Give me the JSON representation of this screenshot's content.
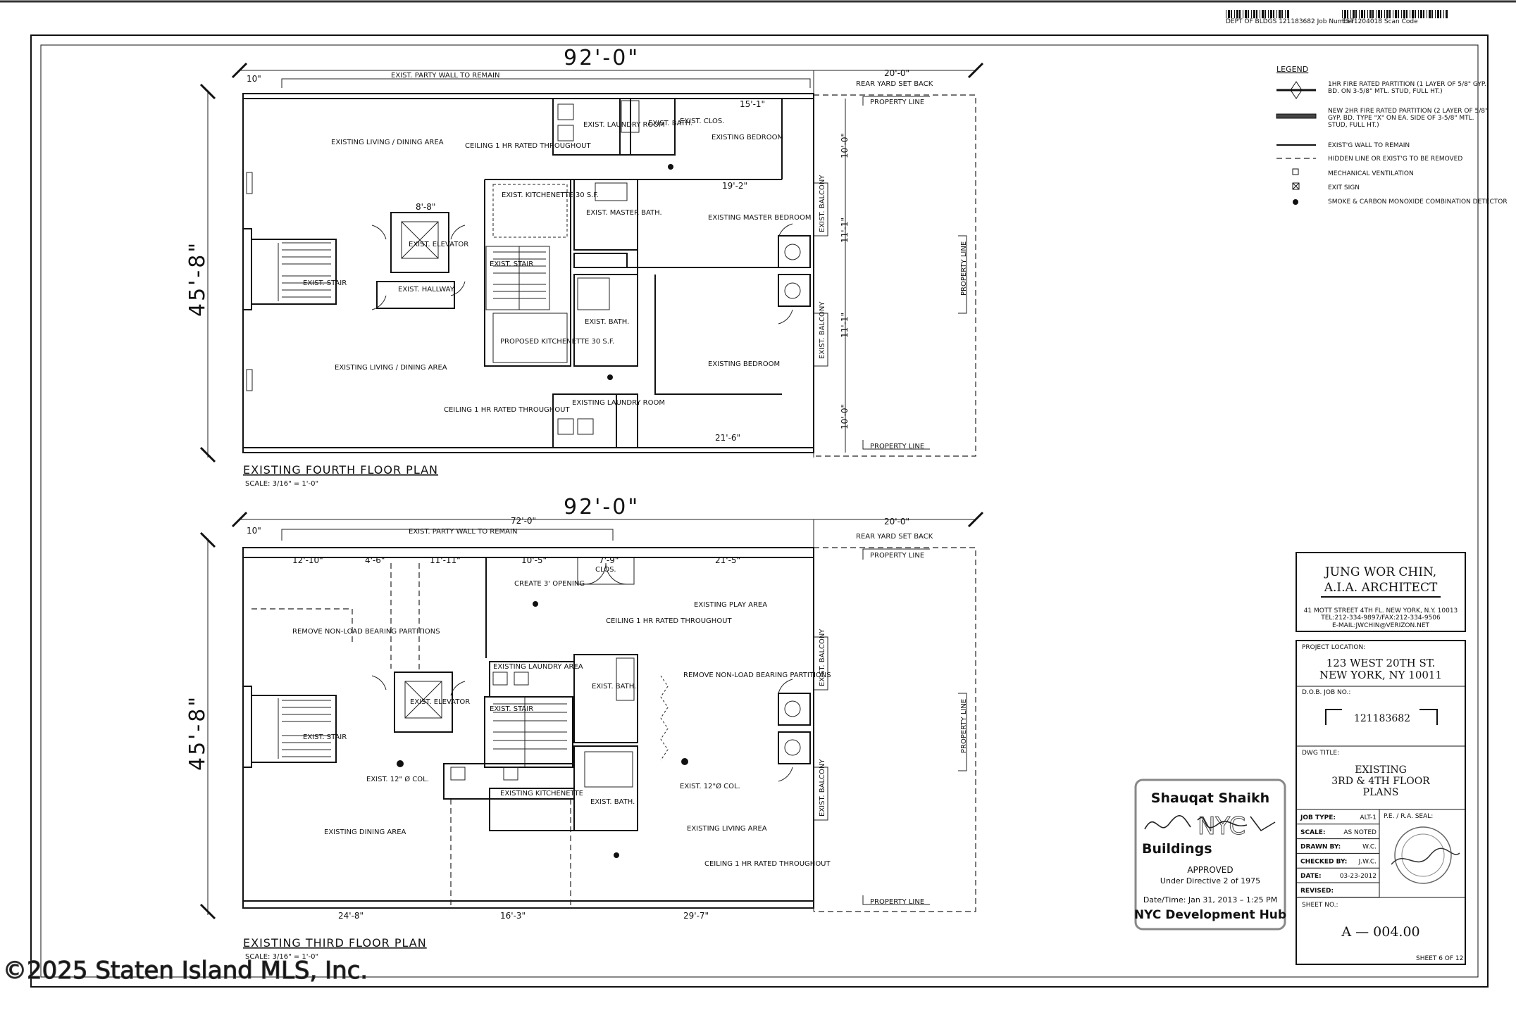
{
  "header": {
    "barcode_left_caption": "DEPT OF BLDGS 121183682 Job Number",
    "barcode_right_caption": "E5T1204018 Scan Code"
  },
  "legend": {
    "title": "LEGEND",
    "items": [
      {
        "icon": "fire-partition-1hr",
        "text": "1HR FIRE RATED PARTITION (1 LAYER OF 5/8\" GYP. BD. ON 3-5/8\" MTL. STUD, FULL HT.)"
      },
      {
        "icon": "fire-partition-2hr",
        "text": "NEW 2HR FIRE RATED PARTITION (2 LAYER OF 5/8\" GYP. BD. TYPE \"X\" ON EA. SIDE OF 3-5/8\" MTL. STUD, FULL HT.)"
      },
      {
        "icon": "existing-wall",
        "text": "EXIST'G WALL TO REMAIN"
      },
      {
        "icon": "hidden-line",
        "text": "HIDDEN LINE OR EXIST'G TO BE REMOVED"
      },
      {
        "icon": "mech-vent",
        "text": "MECHANICAL VENTILATION"
      },
      {
        "icon": "exit-sign",
        "text": "EXIT SIGN"
      },
      {
        "icon": "smoke-detector",
        "text": "SMOKE & CARBON MONOXIDE COMBINATION DETECTOR"
      }
    ]
  },
  "fourth_floor": {
    "title": "EXISTING FOURTH FLOOR PLAN",
    "scale": "SCALE: 3/16\" = 1'-0\"",
    "dims": {
      "overall": "92'-0\"",
      "left": "10\"",
      "setback": "20'-0\"",
      "depth": "45'-8\"",
      "right1": "10'-0\"",
      "right2": "11'-1\"",
      "right3": "11'-1\"",
      "right4": "10'-0\"",
      "bed_top": "15'-1\"",
      "bed_mid": "19'-2\"",
      "bed_bot": "21'-6\"",
      "hall": "8'-8\""
    },
    "notes": {
      "party_wall": "EXIST. PARTY WALL TO REMAIN",
      "rear_yard": "REAR YARD SET BACK",
      "prop_line": "PROPERTY LINE"
    },
    "rooms": [
      "EXISTING LIVING / DINING AREA",
      "CEILING 1 HR RATED THROUGHOUT",
      "EXIST. LAUNDRY ROOM",
      "EXIST. BATH.",
      "EXIST. CLOS.",
      "EXISTING BEDROOM",
      "EXIST. KITCHENETTE 30 S.F.",
      "EXIST. MASTER BATH.",
      "EXISTING MASTER BEDROOM",
      "EXIST. ELEVATOR",
      "EXIST. HALLWAY",
      "EXIST. STAIR",
      "EXIST. STAIR",
      "EXIST. BATH.",
      "PROPOSED KITCHENETTE 30 S.F.",
      "EXISTING LIVING / DINING AREA",
      "CEILING 1 HR RATED THROUGHOUT",
      "EXISTING LAUNDRY ROOM",
      "EXISTING BEDROOM",
      "EXIST. BALCONY",
      "EXIST. BALCONY"
    ]
  },
  "third_floor": {
    "title": "EXISTING THIRD FLOOR PLAN",
    "scale": "SCALE: 3/16\" = 1'-0\"",
    "dims": {
      "overall": "92'-0\"",
      "inner": "72'-0\"",
      "left": "10\"",
      "setback": "20'-0\"",
      "depth": "45'-8\"",
      "top": [
        "12'-10\"",
        "4'-6\"",
        "11'-11\"",
        "10'-5\"",
        "7'-9\"",
        "21'-5\""
      ],
      "bottom": [
        "24'-8\"",
        "16'-3\"",
        "29'-7\""
      ]
    },
    "notes": {
      "party_wall": "EXIST. PARTY WALL TO REMAIN",
      "rear_yard": "REAR YARD SET BACK",
      "prop_line": "PROPERTY LINE"
    },
    "rooms": [
      "REMOVE NON-LOAD BEARING PARTITIONS",
      "CREATE 3' OPENING",
      "CLOS.",
      "EXISTING PLAY AREA",
      "CEILING 1 HR RATED THROUGHOUT",
      "EXISTING LAUNDRY AREA",
      "EXIST. BATH.",
      "REMOVE NON-LOAD BEARING PARTITIONS",
      "EXIST. ELEVATOR",
      "EXIST. STAIR",
      "EXIST. STAIR",
      "EXIST. 12\" Ø COL.",
      "EXISTING KITCHENETTE",
      "EXIST. BATH.",
      "EXIST. 12\"Ø COL.",
      "EXISTING DINING AREA",
      "EXISTING LIVING AREA",
      "CEILING 1 HR RATED THROUGHOUT",
      "EXIST. BALCONY",
      "EXIST. BALCONY"
    ]
  },
  "title_block": {
    "firm_name": "JUNG WOR CHIN,",
    "firm_sub": "A.I.A. ARCHITECT",
    "address": "41 MOTT STREET 4TH FL. NEW YORK, N.Y. 10013",
    "phone": "TEL:212-334-9897/FAX:212-334-9506",
    "email": "E-MAIL:JWCHIN@VERIZON.NET",
    "project_location_label": "PROJECT LOCATION:",
    "project_address_1": "123 WEST 20TH ST.",
    "project_address_2": "NEW YORK, NY 10011",
    "job_no_label": "D.O.B. JOB NO.:",
    "job_no": "121183682",
    "dwg_title_label": "DWG TITLE:",
    "dwg_title_1": "EXISTING",
    "dwg_title_2": "3RD & 4TH FLOOR",
    "dwg_title_3": "PLANS",
    "rows": [
      {
        "label": "JOB TYPE:",
        "value": "ALT-1"
      },
      {
        "label": "SCALE:",
        "value": "AS NOTED"
      },
      {
        "label": "DRAWN BY:",
        "value": "W.C."
      },
      {
        "label": "CHECKED BY:",
        "value": "J.W.C."
      },
      {
        "label": "DATE:",
        "value": "03-23-2012"
      },
      {
        "label": "REVISED:",
        "value": ""
      }
    ],
    "seal_label": "P.E. / R.A. SEAL:",
    "sheet_no_label": "SHEET NO.:",
    "sheet_no": "A  —  004.00",
    "sheet_count": "SHEET 6 OF 12"
  },
  "approval_stamp": {
    "name": "Shauqat Shaikh",
    "watermark": "Buildings",
    "status": "APPROVED",
    "directive": "Under Directive 2 of 1975",
    "datetime": "Date/Time: Jan 31, 2013 – 1:25 PM",
    "hub": "NYC Development Hub"
  },
  "watermark": "©2025 Staten Island MLS, Inc."
}
